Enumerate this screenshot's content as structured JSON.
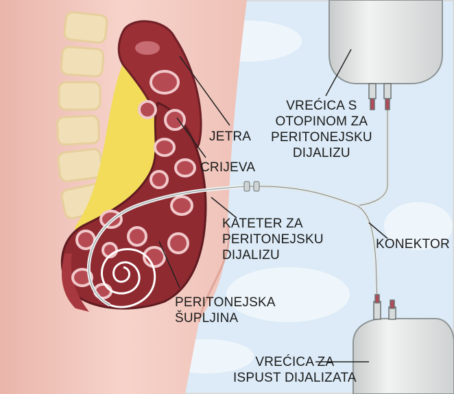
{
  "labels": {
    "liver": "JETRA",
    "intestines": "CRIJEVA",
    "catheter": [
      "KATETER ZA",
      "PERITONEJSKU",
      "DIJALIZU"
    ],
    "cavity": [
      "PERITONEJSKA",
      "ŠUPLJINA"
    ],
    "solution_bag": [
      "VREĆICA S",
      "OTOPINOM ZA",
      "PERITONEJSKU",
      "DIJALIZU"
    ],
    "connector": "KONEKTOR",
    "drain_bag": [
      "VREĆICA ZA",
      "ISPUST DIJALIZATA"
    ]
  },
  "colors": {
    "sky": "#dcebf7",
    "skin": "#f4c9c0",
    "organ_red": "#9a2f36",
    "fat_yellow": "#f2dc5a",
    "bag": "#e4e6e6"
  }
}
